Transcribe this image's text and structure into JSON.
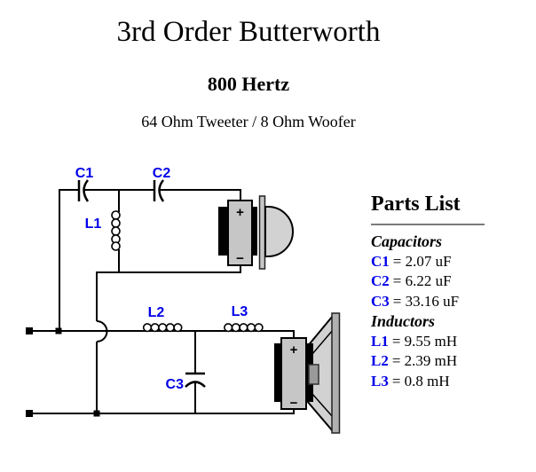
{
  "header": {
    "title": "3rd Order Butterworth",
    "frequency": "800 Hertz",
    "drivers": "64 Ohm Tweeter / 8 Ohm Woofer"
  },
  "schematic": {
    "labels": {
      "c1": "C1",
      "c2": "C2",
      "c3": "C3",
      "l1": "L1",
      "l2": "L2",
      "l3": "L3"
    },
    "tweeter": {
      "plus": "+",
      "minus": "−"
    },
    "woofer": {
      "plus": "+",
      "minus": "−"
    }
  },
  "parts_list": {
    "title": "Parts List",
    "sections": [
      {
        "heading": "Capacitors",
        "items": [
          {
            "ref": "C1",
            "value": "= 2.07 uF"
          },
          {
            "ref": "C2",
            "value": "= 6.22 uF"
          },
          {
            "ref": "C3",
            "value": "= 33.16 uF"
          }
        ]
      },
      {
        "heading": "Inductors",
        "items": [
          {
            "ref": "L1",
            "value": "= 9.55 mH"
          },
          {
            "ref": "L2",
            "value": "= 2.39 mH"
          },
          {
            "ref": "L3",
            "value": "= 0.8 mH"
          }
        ]
      }
    ]
  },
  "colors": {
    "label_blue": "#0000e8",
    "wire_black": "#000000",
    "speaker_plate_gray": "#c6c6c6",
    "speaker_dome_gray": "#d2d2d2",
    "speaker_frame_gray": "#b0b0b0",
    "rule_gray": "#7a7a7a",
    "background": "#ffffff"
  }
}
